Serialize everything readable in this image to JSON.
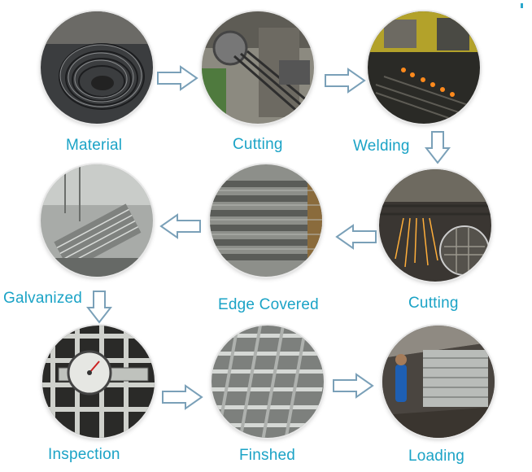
{
  "flow": {
    "steps": [
      {
        "label": "Material",
        "image": "steel-wire-coil"
      },
      {
        "label": "Cutting",
        "image": "cutting-machine"
      },
      {
        "label": "Welding",
        "image": "welding-sparks"
      },
      {
        "label": "Cutting",
        "image": "saw-cutting-sparks"
      },
      {
        "label": "Edge Covered",
        "image": "stacked-grating-panels"
      },
      {
        "label": "Galvanized",
        "image": "galvanizing-bath"
      },
      {
        "label": "Inspection",
        "image": "caliper-on-grating"
      },
      {
        "label": "Finshed",
        "image": "finished-grating"
      },
      {
        "label": "Loading",
        "image": "container-loading"
      }
    ]
  },
  "colors": {
    "label": "#1ba3c6",
    "arrow_fill": "#ffffff",
    "arrow_stroke": "#7aa0b8"
  }
}
